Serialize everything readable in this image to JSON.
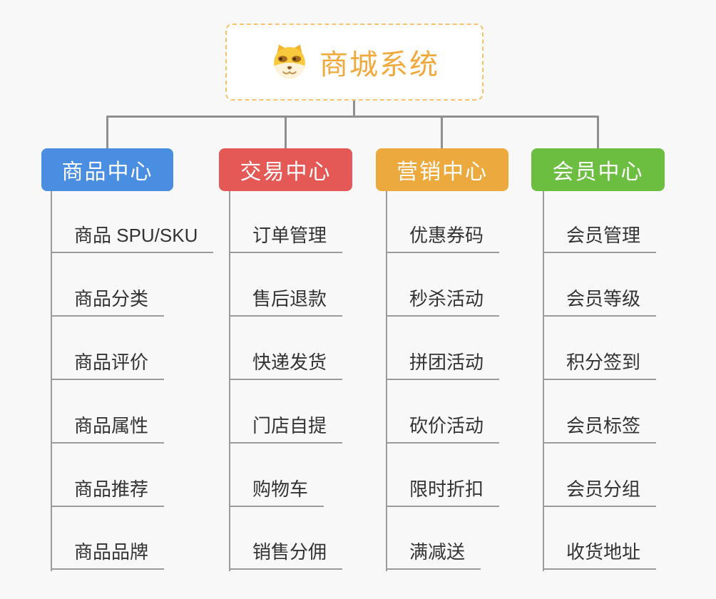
{
  "root": {
    "title": "商城系统",
    "icon": "doge-icon"
  },
  "branches": [
    {
      "label": "商品中心",
      "color": "#4a8ee2",
      "items": [
        "商品 SPU/SKU",
        "商品分类",
        "商品评价",
        "商品属性",
        "商品推荐",
        "商品品牌"
      ]
    },
    {
      "label": "交易中心",
      "color": "#e45956",
      "items": [
        "订单管理",
        "售后退款",
        "快递发货",
        "门店自提",
        "购物车",
        "销售分佣"
      ]
    },
    {
      "label": "营销中心",
      "color": "#ecaa3e",
      "items": [
        "优惠券码",
        "秒杀活动",
        "拼团活动",
        "砍价活动",
        "限时折扣",
        "满减送"
      ]
    },
    {
      "label": "会员中心",
      "color": "#6cbe41",
      "items": [
        "会员管理",
        "会员等级",
        "积分签到",
        "会员标签",
        "会员分组",
        "收货地址"
      ]
    }
  ],
  "colors": {
    "background": "#f8f8f8",
    "connector": "#8f8f8f",
    "underline": "#9b9b9b",
    "root_border": "#f6c26b",
    "root_text": "#f2a93c",
    "item_text": "#333333",
    "branch_text": "#ffffff"
  }
}
